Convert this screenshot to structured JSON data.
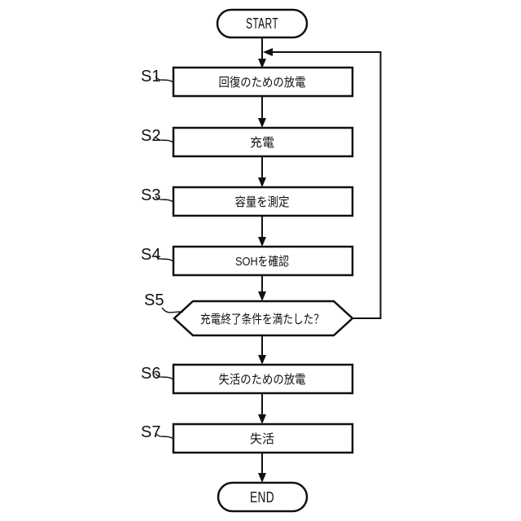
{
  "figure": {
    "type": "flowchart",
    "colors": {
      "line": "#111111",
      "background": "#ffffff",
      "shape_fill": "#ffffff"
    },
    "terminals": {
      "start": "START",
      "end": "END"
    },
    "steps": [
      {
        "id": "S1",
        "text": "回復のための放電",
        "shape": "process"
      },
      {
        "id": "S2",
        "text": "充電",
        "shape": "process"
      },
      {
        "id": "S3",
        "text": "容量を測定",
        "shape": "process"
      },
      {
        "id": "S4",
        "text": "SOHを確認",
        "shape": "process"
      },
      {
        "id": "S5",
        "text": "充電終了条件を満たした？",
        "shape": "decision"
      },
      {
        "id": "S6",
        "text": "失活のための放電",
        "shape": "process"
      },
      {
        "id": "S7",
        "text": "失活",
        "shape": "process"
      }
    ],
    "edges": [
      "start -> S1",
      "S1 -> S2",
      "S2 -> S3",
      "S3 -> S4",
      "S4 -> S5",
      "S5 -> S6",
      "S6 -> S7",
      "S7 -> end",
      "S5 -> (loop back above S1)"
    ]
  }
}
